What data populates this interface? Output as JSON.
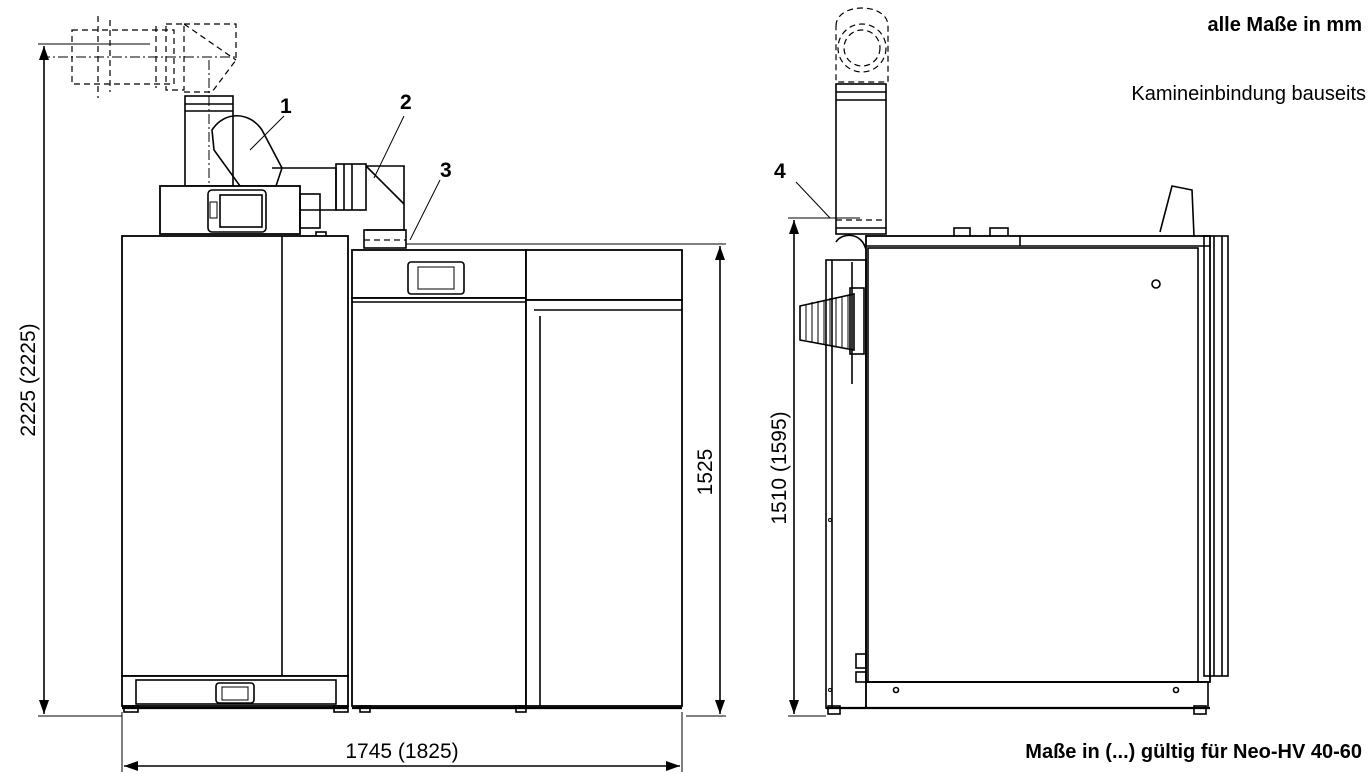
{
  "notes": {
    "units": "alle Maße in mm",
    "chimney": "Kamineinbindung bauseits",
    "validity": "Maße in (...) gültig für Neo-HV 40-60"
  },
  "dimensions": {
    "total_height": "2225 (2225)",
    "total_width": "1745 (1825)",
    "storage_height": "1525",
    "side_height": "1510 (1595)"
  },
  "callouts": [
    "1",
    "2",
    "3",
    "4"
  ]
}
